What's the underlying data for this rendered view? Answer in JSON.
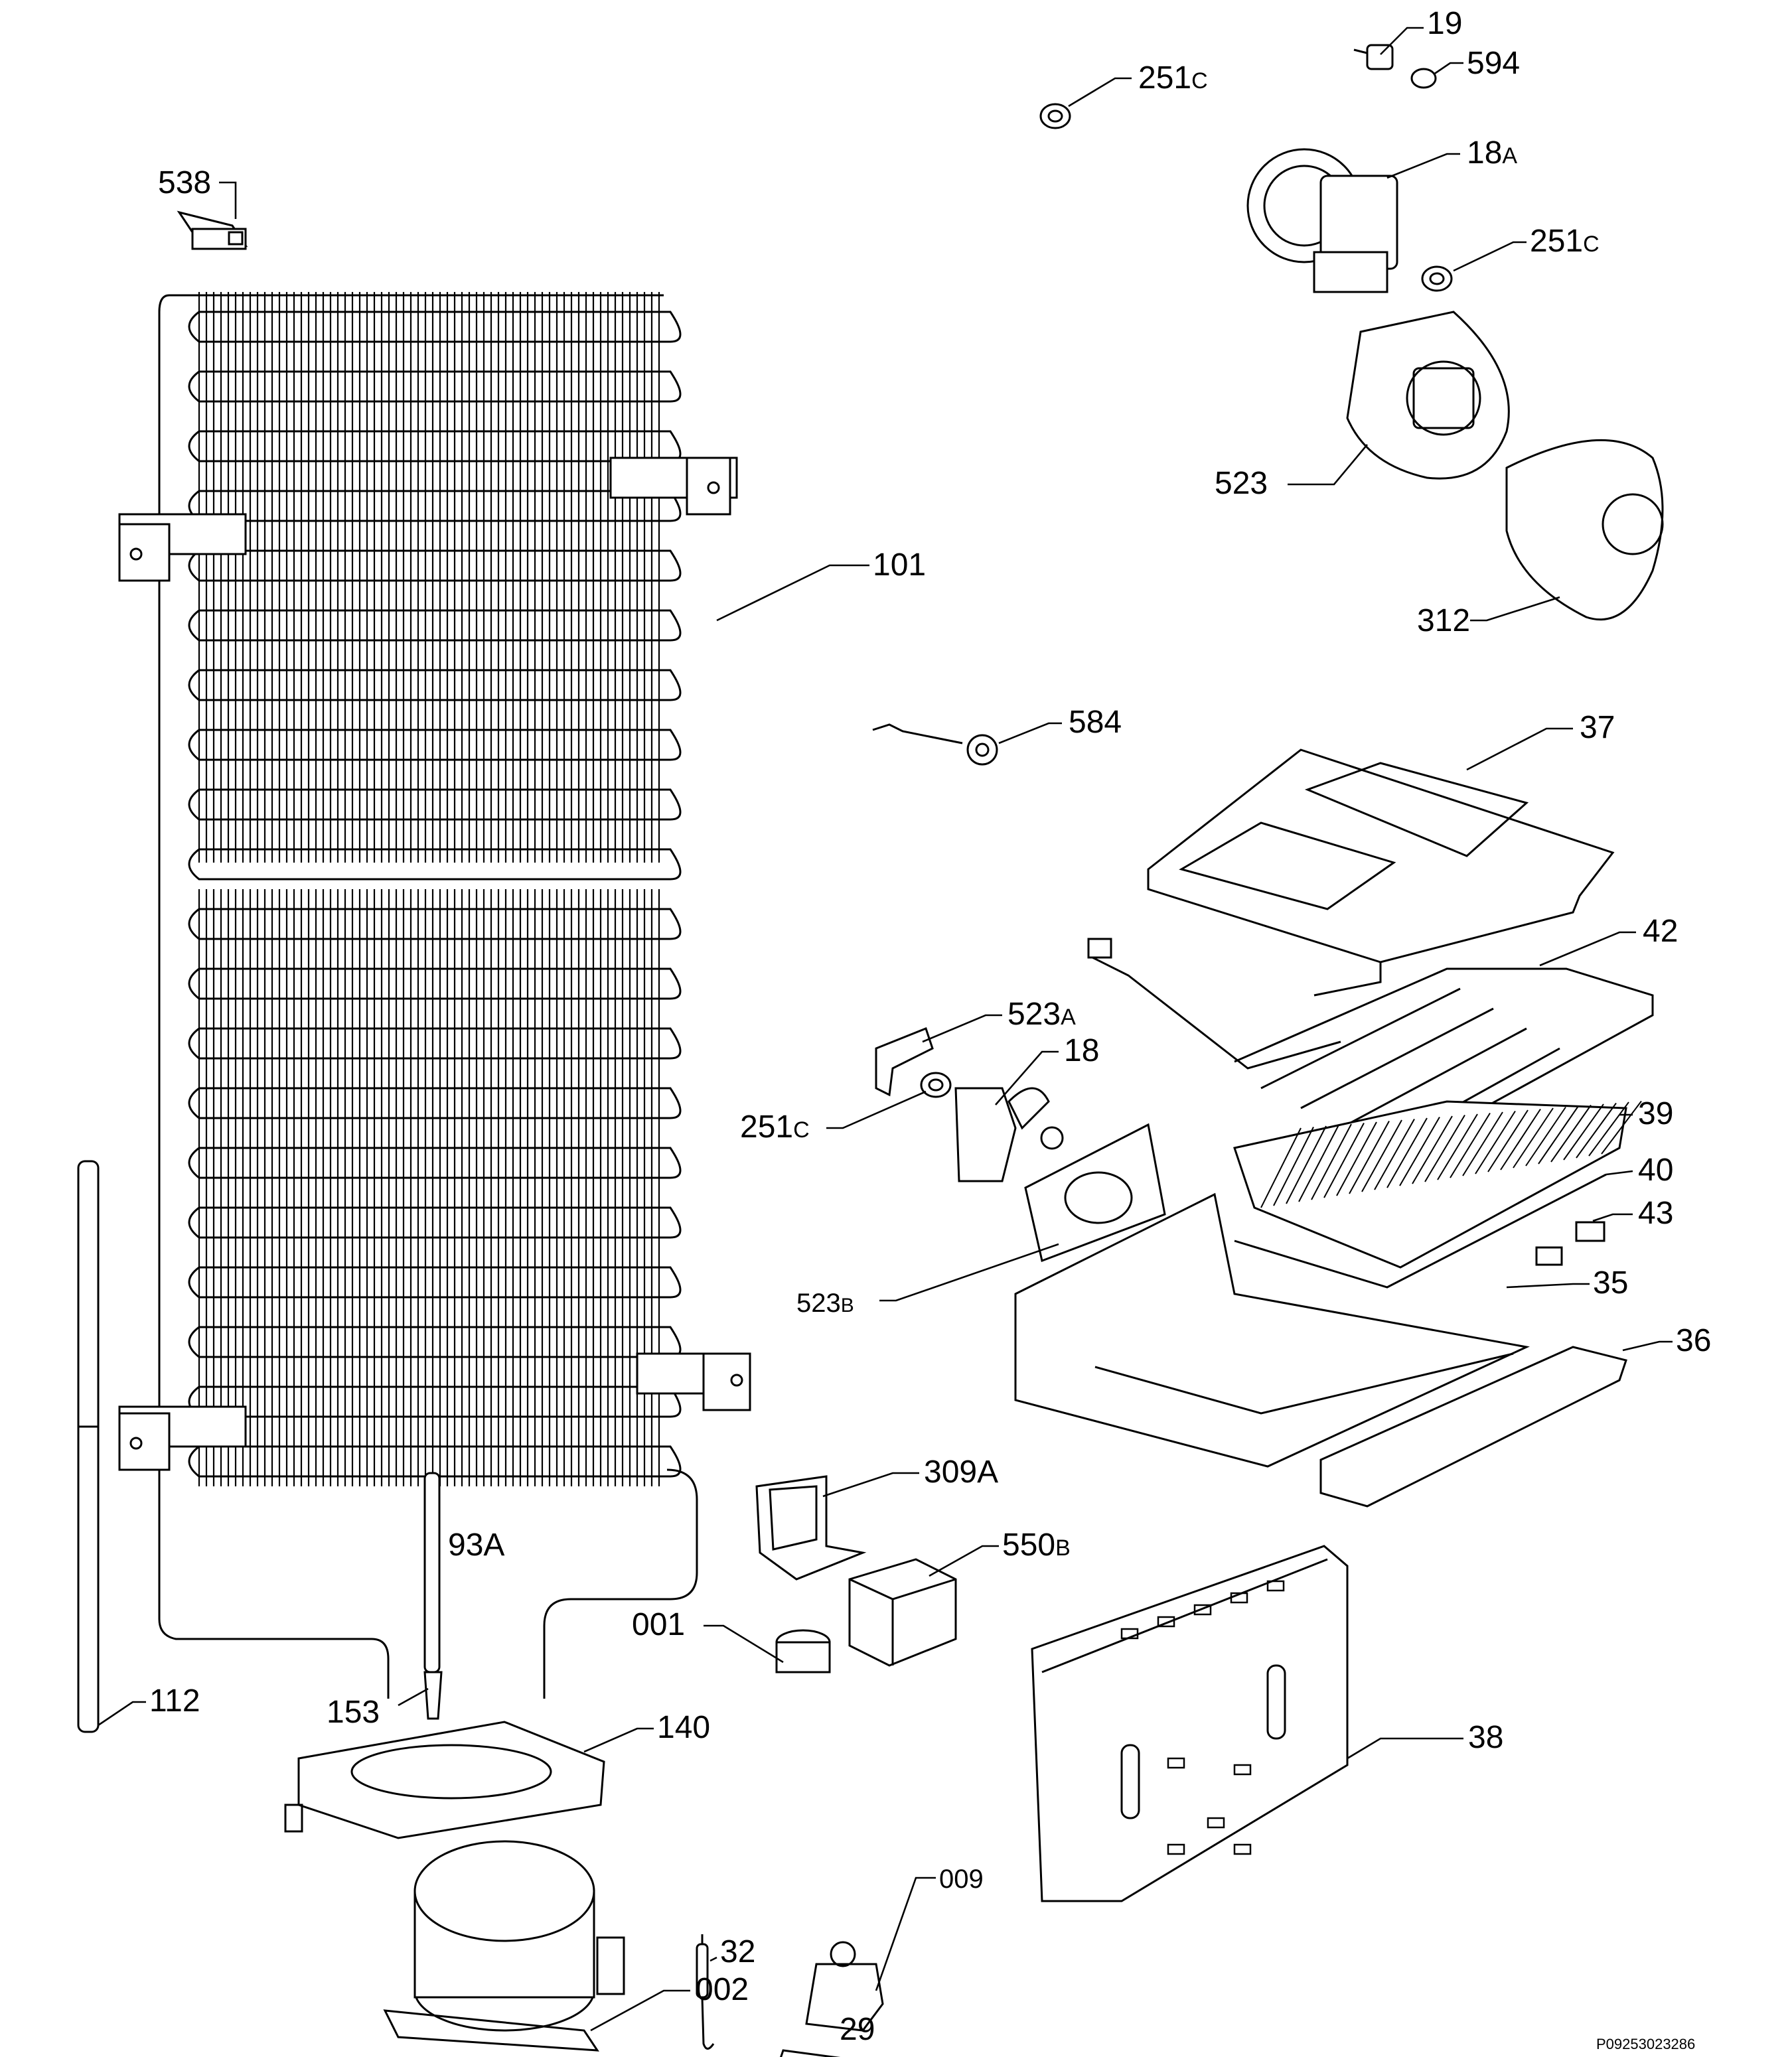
{
  "diagram": {
    "callouts": [
      {
        "id": "c-19",
        "num": "19",
        "suf": ""
      },
      {
        "id": "c-594",
        "num": "594",
        "suf": ""
      },
      {
        "id": "c-251c-top",
        "num": "251",
        "suf": "C"
      },
      {
        "id": "c-18a",
        "num": "18",
        "suf": "A"
      },
      {
        "id": "c-251c-mid",
        "num": "251",
        "suf": "C"
      },
      {
        "id": "c-538",
        "num": "538",
        "suf": ""
      },
      {
        "id": "c-523",
        "num": "523",
        "suf": ""
      },
      {
        "id": "c-101",
        "num": "101",
        "suf": ""
      },
      {
        "id": "c-312",
        "num": "312",
        "suf": ""
      },
      {
        "id": "c-584",
        "num": "584",
        "suf": ""
      },
      {
        "id": "c-37",
        "num": "37",
        "suf": ""
      },
      {
        "id": "c-42",
        "num": "42",
        "suf": ""
      },
      {
        "id": "c-523a",
        "num": "523",
        "suf": "A"
      },
      {
        "id": "c-18",
        "num": "18",
        "suf": ""
      },
      {
        "id": "c-251c-low",
        "num": "251",
        "suf": "C"
      },
      {
        "id": "c-39",
        "num": "39",
        "suf": ""
      },
      {
        "id": "c-40",
        "num": "40",
        "suf": ""
      },
      {
        "id": "c-43",
        "num": "43",
        "suf": ""
      },
      {
        "id": "c-523b",
        "num": "523",
        "suf": "B"
      },
      {
        "id": "c-35",
        "num": "35",
        "suf": ""
      },
      {
        "id": "c-36",
        "num": "36",
        "suf": ""
      },
      {
        "id": "c-309a",
        "num": "309A",
        "suf": ""
      },
      {
        "id": "c-93a",
        "num": "93A",
        "suf": ""
      },
      {
        "id": "c-550b",
        "num": "550",
        "suf": "B"
      },
      {
        "id": "c-001",
        "num": "001",
        "suf": ""
      },
      {
        "id": "c-112",
        "num": "112",
        "suf": ""
      },
      {
        "id": "c-153",
        "num": "153",
        "suf": ""
      },
      {
        "id": "c-140",
        "num": "140",
        "suf": ""
      },
      {
        "id": "c-38",
        "num": "38",
        "suf": ""
      },
      {
        "id": "c-32",
        "num": "32",
        "suf": ""
      },
      {
        "id": "c-009",
        "num": "009",
        "suf": ""
      },
      {
        "id": "c-002",
        "num": "002",
        "suf": ""
      },
      {
        "id": "c-29",
        "num": "29",
        "suf": ""
      }
    ],
    "drawing_code": "P09253023286"
  }
}
